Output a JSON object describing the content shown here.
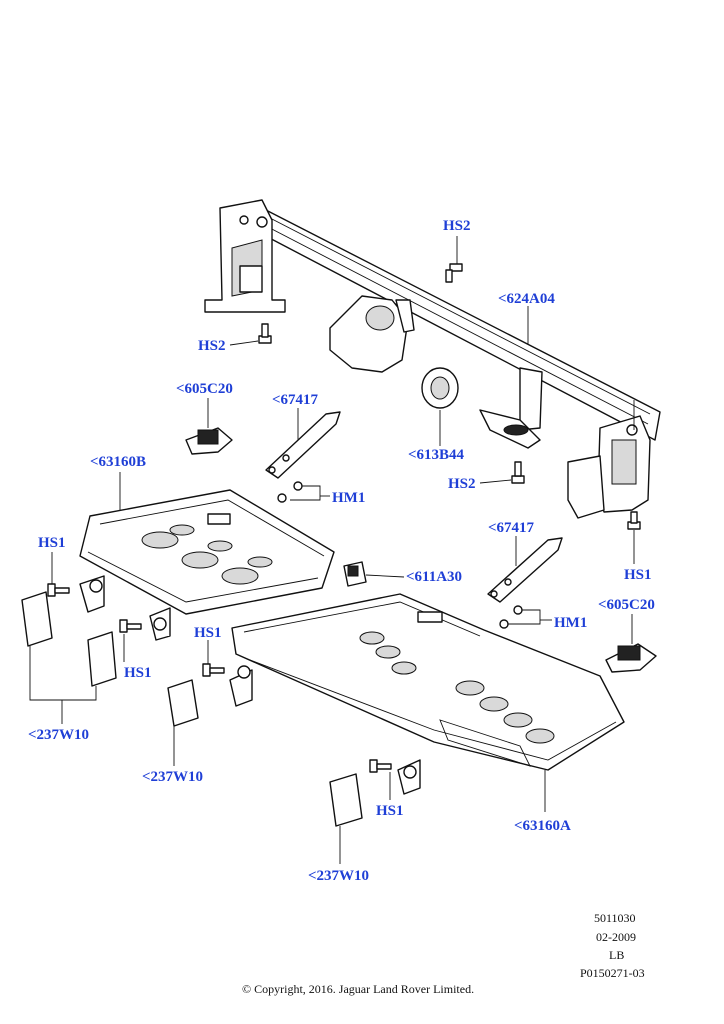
{
  "callouts": {
    "hs2_top": "HS2",
    "frame": "<624A04",
    "hs2_left": "HS2",
    "c605_left": "<605C20",
    "c67417_left": "<67417",
    "c613": "<613B44",
    "hs2_mid": "HS2",
    "c63160b": "<63160B",
    "hm1_left": "HM1",
    "c67417_right": "<67417",
    "hs1_far_right": "HS1",
    "hs1_left_top": "HS1",
    "c611": "<611A30",
    "c605_right": "<605C20",
    "hm1_right": "HM1",
    "hs1_left_mid": "HS1",
    "hs1_center": "HS1",
    "c237_left": "<237W10",
    "c237_mid": "<237W10",
    "hs1_bottom": "HS1",
    "c63160a": "<63160A",
    "c237_bottom": "<237W10"
  },
  "meta": {
    "code": "5011030",
    "date": "02-2009",
    "lang": "LB",
    "ref": "P0150271-03"
  },
  "copyright": "© Copyright, 2016. Jaguar Land Rover Limited.",
  "colors": {
    "callout": "#1f3fd6",
    "line": "#111111",
    "background": "#ffffff"
  }
}
